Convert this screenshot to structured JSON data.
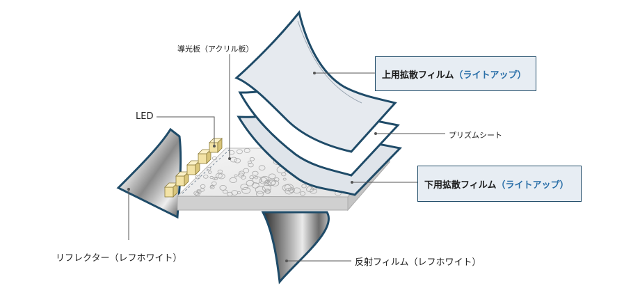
{
  "labels": {
    "light_guide": "導光板（アクリル板）",
    "led": "LED",
    "prism": "プリズムシート",
    "reflector": "リフレクター（レフホワイト）",
    "reflect_film": "反射フィルム（レフホワイト）",
    "upper_diffuser": {
      "main": "上用拡散フィルム",
      "sub": "（ライトアップ）"
    },
    "lower_diffuser": {
      "main": "下用拡散フィルム",
      "sub": "（ライトアップ）"
    }
  },
  "colors": {
    "film_edge": "#1f4b68",
    "callout_bg": "#e7edf3",
    "accent_text": "#2a6fa8",
    "led": "#f3e3a6",
    "metal_dark": "#3c3c3c",
    "metal_light": "#e6e6e6"
  }
}
